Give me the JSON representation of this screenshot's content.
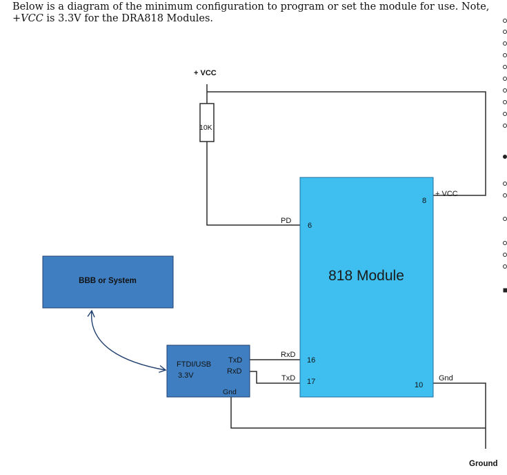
{
  "intro": {
    "part1": "Below is a diagram of the minimum configuration to program or set the module for use. Note, ",
    "vcc_italic": "+VCC",
    "part2": " is 3.3V for the DRA818 Modules."
  },
  "diagram": {
    "vcc_top_label": "+ VCC",
    "resistor_label": "10K",
    "module_title": "818 Module",
    "module_pins": {
      "pd_label": "PD",
      "pd_num": "6",
      "vcc_label": "+ VCC",
      "vcc_num": "8",
      "rxd_label": "RxD",
      "rxd_num": "16",
      "txd_label": "TxD",
      "txd_num": "17",
      "gnd_label": "Gnd",
      "gnd_num": "10"
    },
    "system_box_label": "BBB or System",
    "ftdi": {
      "line1": "FTDI/USB",
      "line2": "3.3V",
      "txd": "TxD",
      "rxd": "RxD",
      "gnd": "Gnd"
    },
    "ground_label": "Ground"
  },
  "colors": {
    "module_fill": "#3fbfef",
    "box_fill": "#3f7fc1",
    "wire": "#2a2a2a"
  }
}
